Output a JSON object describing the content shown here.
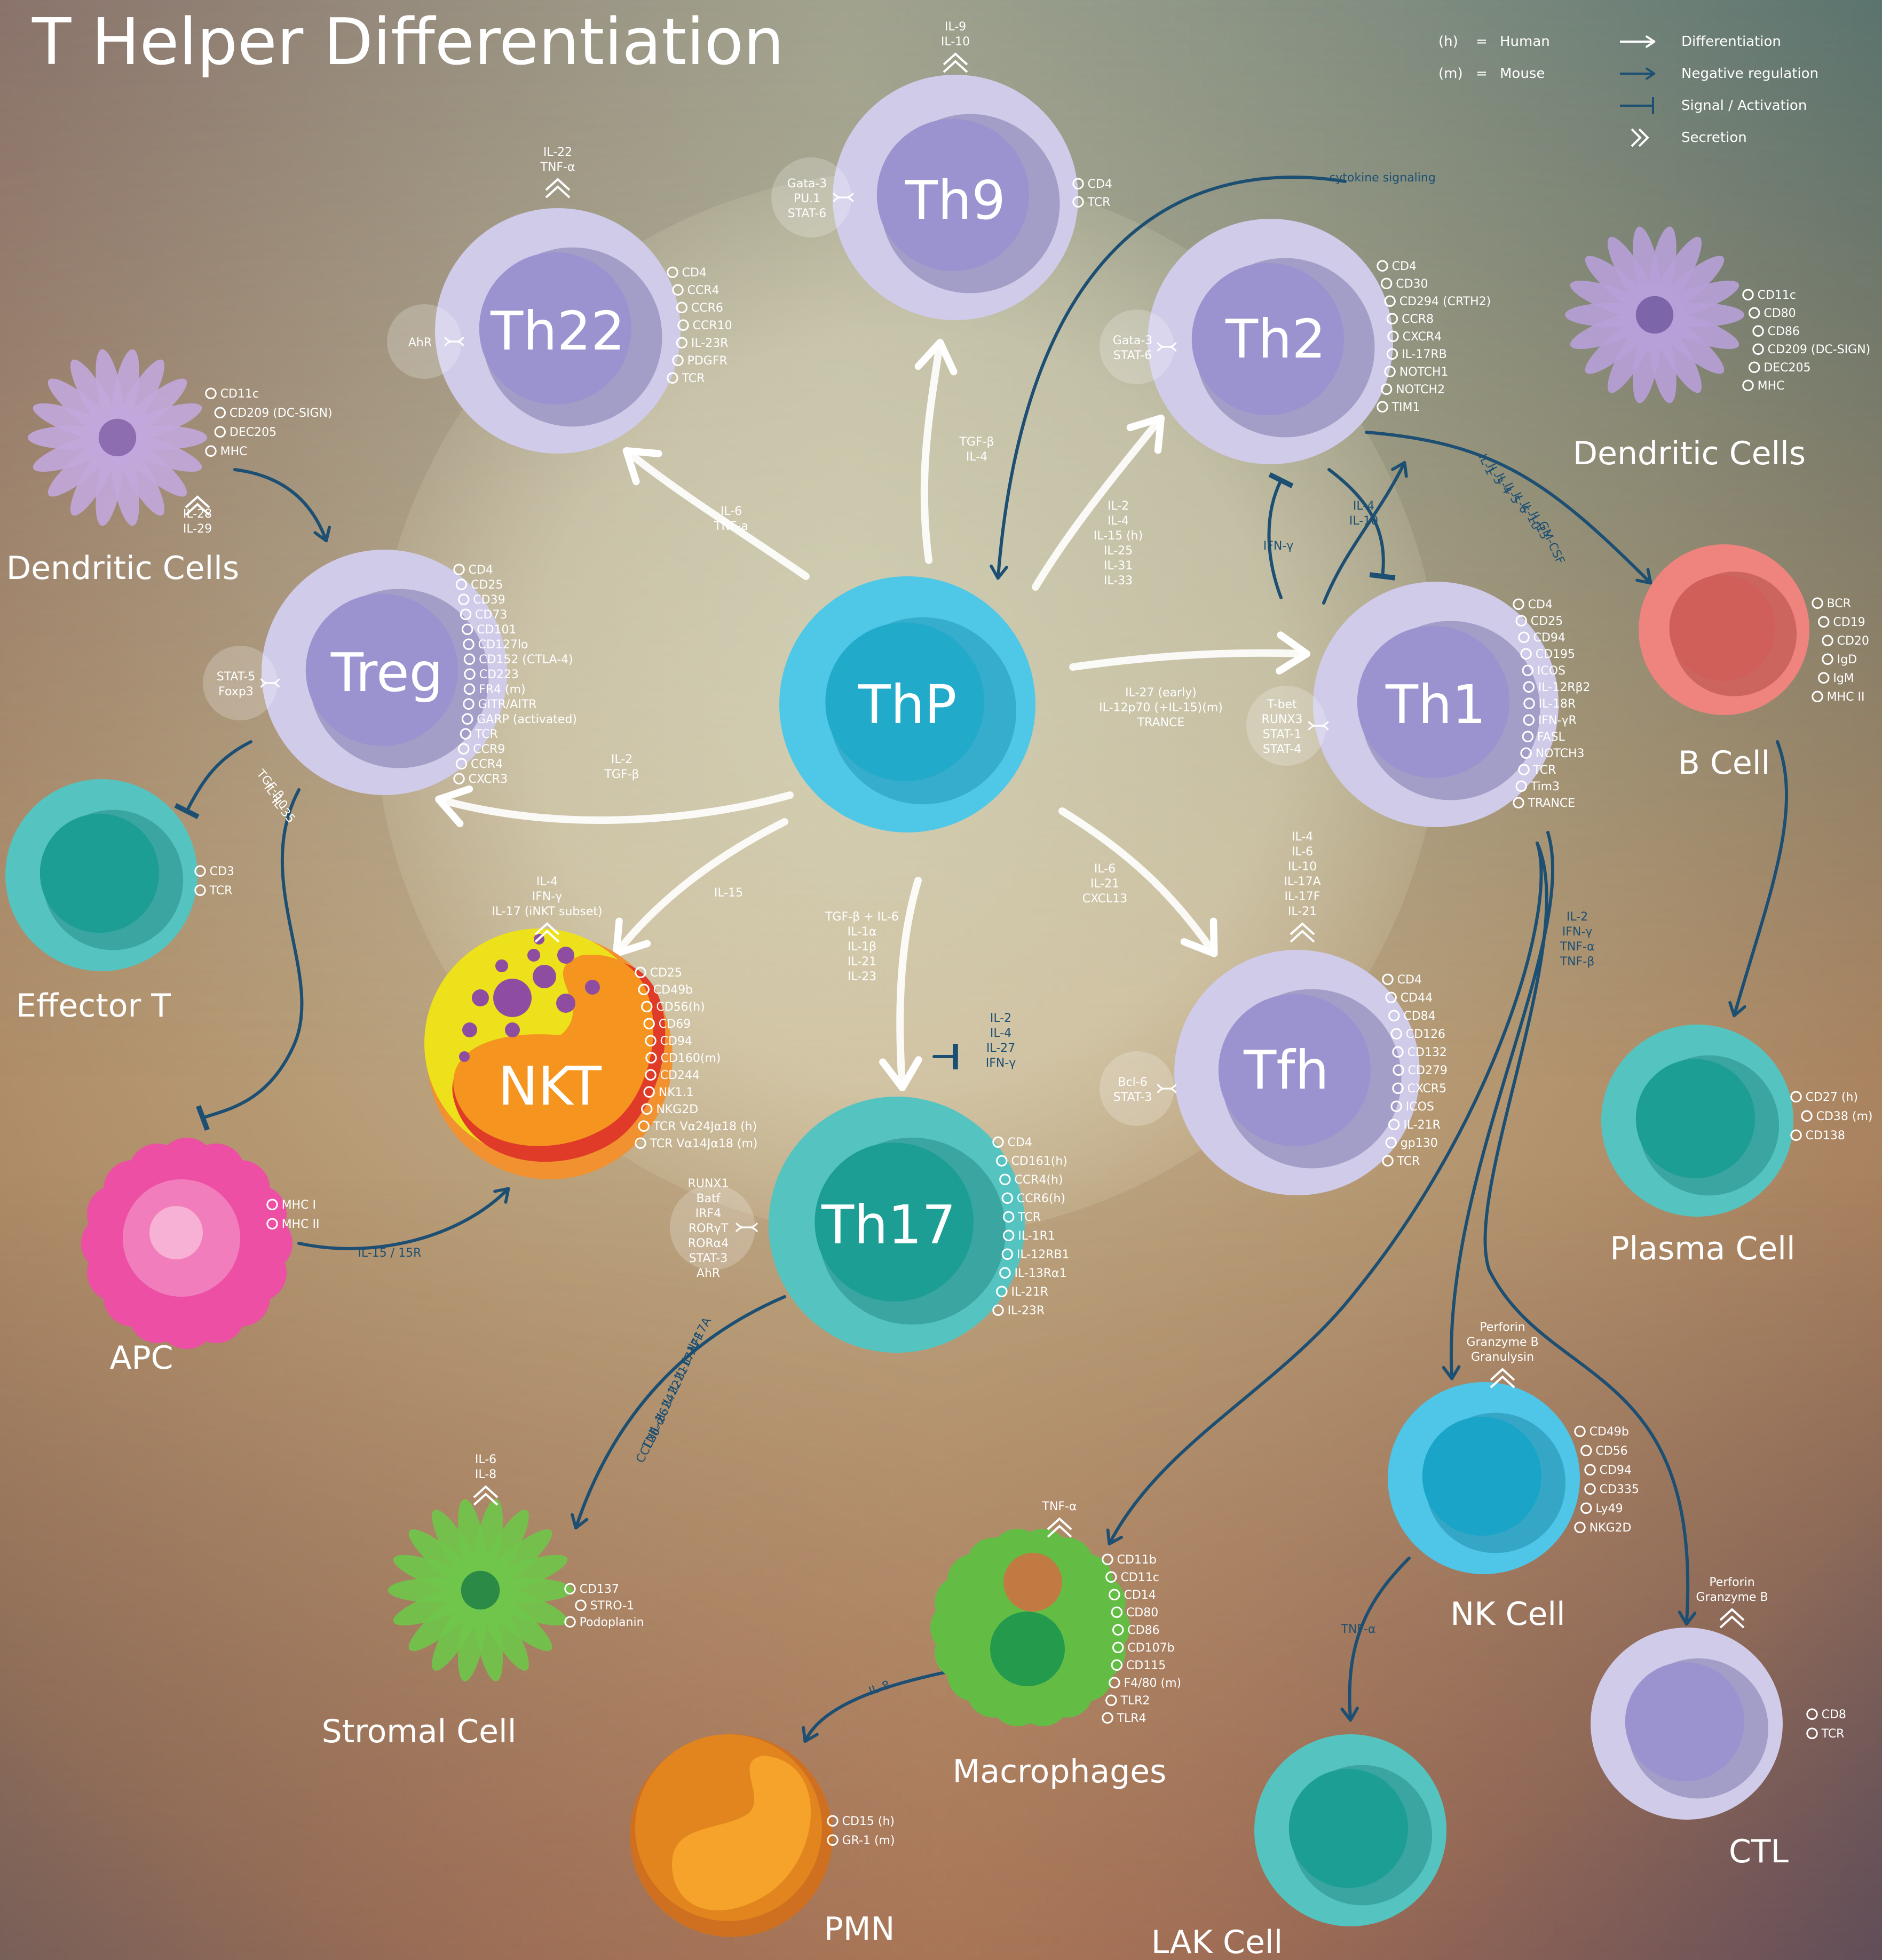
{
  "title": "T Helper Differentiation",
  "legend": {
    "abbrev": [
      {
        "code": "(h)",
        "eq": "=",
        "meaning": "Human"
      },
      {
        "code": "(m)",
        "eq": "=",
        "meaning": "Mouse"
      }
    ],
    "symbols": [
      {
        "icon": "arrow-icon",
        "label": "Differentiation"
      },
      {
        "icon": "arrow-icon",
        "label": "Negative regulation"
      },
      {
        "icon": "tee-icon",
        "label": "Signal / Activation"
      },
      {
        "icon": "double-chevron-icon",
        "label": "Secretion"
      }
    ]
  },
  "cells": {
    "thp": {
      "name": "ThP"
    },
    "th9": {
      "name": "Th9",
      "markers": [
        "CD4",
        "TCR"
      ],
      "tf": [
        "Gata-3",
        "PU.1",
        "STAT-6"
      ],
      "secretes": [
        "IL-9",
        "IL-10"
      ]
    },
    "th22": {
      "name": "Th22",
      "markers": [
        "CD4",
        "CCR4",
        "CCR6",
        "CCR10",
        "IL-23R",
        "PDGFR",
        "TCR"
      ],
      "tf": [
        "AhR"
      ],
      "secretes": [
        "IL-22",
        "TNF-α"
      ]
    },
    "th2": {
      "name": "Th2",
      "markers": [
        "CD4",
        "CD30",
        "CD294 (CRTH2)",
        "CCR8",
        "CXCR4",
        "IL-17RB",
        "NOTCH1",
        "NOTCH2",
        "TIM1"
      ],
      "tf": [
        "Gata-3",
        "STAT-6"
      ]
    },
    "treg": {
      "name": "Treg",
      "markers": [
        "CD4",
        "CD25",
        "CD39",
        "CD73",
        "CD101",
        "CD127lo",
        "CD152 (CTLA-4)",
        "CD223",
        "FR4 (m)",
        "GITR/AITR",
        "GARP (activated)",
        "TCR",
        "CCR9",
        "CCR4",
        "CXCR3"
      ],
      "tf": [
        "STAT-5",
        "Foxp3"
      ]
    },
    "th1": {
      "name": "Th1",
      "markers": [
        "CD4",
        "CD25",
        "CD94",
        "CD195",
        "ICOS",
        "IL-12Rβ2",
        "IL-18R",
        "IFN-γR",
        "FASL",
        "NOTCH3",
        "TCR",
        "Tim3",
        "TRANCE"
      ],
      "tf": [
        "T-bet",
        "RUNX3",
        "STAT-1",
        "STAT-4"
      ]
    },
    "nkt": {
      "name": "NKT",
      "markers": [
        "CD25",
        "CD49b",
        "CD56(h)",
        "CD69",
        "CD94",
        "CD160(m)",
        "CD244",
        "NK1.1",
        "NKG2D",
        "TCR Vα24Jα18 (h)",
        "TCR Vα14Jα18 (m)"
      ],
      "secretes": [
        "IL-4",
        "IFN-γ",
        "IL-17 (iNKT subset)"
      ]
    },
    "tfh": {
      "name": "Tfh",
      "markers": [
        "CD4",
        "CD44",
        "CD84",
        "CD126",
        "CD132",
        "CD279",
        "CXCR5",
        "ICOS",
        "IL-21R",
        "gp130",
        "TCR"
      ],
      "tf": [
        "Bcl-6",
        "STAT-3"
      ],
      "secretes": [
        "IL-4",
        "IL-6",
        "IL-10",
        "IL-17A",
        "IL-17F",
        "IL-21"
      ]
    },
    "th17": {
      "name": "Th17",
      "markers": [
        "CD4",
        "CD161(h)",
        "CCR4(h)",
        "CCR6(h)",
        "TCR",
        "IL-1R1",
        "IL-12RB1",
        "IL-13Rα1",
        "IL-21R",
        "IL-23R"
      ],
      "tf": [
        "RUNX1",
        "Batf",
        "IRF4",
        "RORγT",
        "RORα4",
        "STAT-3",
        "AhR"
      ]
    },
    "dc_left": {
      "name": "Dendritic Cells",
      "markers": [
        "CD11c",
        "CD209 (DC-SIGN)",
        "DEC205",
        "MHC"
      ],
      "secretes": [
        "IL-28",
        "IL-29"
      ]
    },
    "dc_right": {
      "name": "Dendritic Cells",
      "markers": [
        "CD11c",
        "CD80",
        "CD86",
        "CD209 (DC-SIGN)",
        "DEC205",
        "MHC"
      ]
    },
    "effector_t": {
      "name": "Effector T",
      "markers": [
        "CD3",
        "TCR"
      ]
    },
    "apc": {
      "name": "APC",
      "markers": [
        "MHC I",
        "MHC II"
      ]
    },
    "bcell": {
      "name": "B Cell",
      "markers": [
        "BCR",
        "CD19",
        "CD20",
        "IgD",
        "IgM",
        "MHC II"
      ]
    },
    "plasma": {
      "name": "Plasma Cell",
      "markers": [
        "CD27 (h)",
        "CD38 (m)",
        "CD138"
      ]
    },
    "nkcell": {
      "name": "NK Cell",
      "markers": [
        "CD49b",
        "CD56",
        "CD94",
        "CD335",
        "Ly49",
        "NKG2D"
      ],
      "secretes": [
        "Perforin",
        "Granzyme B",
        "Granulysin"
      ]
    },
    "ctl": {
      "name": "CTL",
      "markers": [
        "CD8",
        "TCR"
      ],
      "secretes": [
        "Perforin",
        "Granzyme B"
      ]
    },
    "lak": {
      "name": "LAK Cell"
    },
    "macro": {
      "name": "Macrophages",
      "markers": [
        "CD11b",
        "CD11c",
        "CD14",
        "CD80",
        "CD86",
        "CD107b",
        "CD115",
        "F4/80 (m)",
        "TLR2",
        "TLR4"
      ],
      "secretes": [
        "TNF-α"
      ]
    },
    "stromal": {
      "name": "Stromal Cell",
      "markers": [
        "CD137",
        "STRO-1",
        "Podoplanin"
      ],
      "secretes": [
        "IL-6",
        "IL-8"
      ]
    },
    "pmn": {
      "name": "PMN",
      "markers": [
        "CD15 (h)",
        "GR-1 (m)"
      ]
    }
  },
  "pathways": {
    "thp_th9": [
      "TGF-β",
      "IL-4"
    ],
    "thp_th22": [
      "IL-6",
      "TNF-a"
    ],
    "thp_th2": [
      "IL-2",
      "IL-4",
      "IL-15 (h)",
      "IL-25",
      "IL-31",
      "IL-33"
    ],
    "thp_th1": [
      "IL-27 (early)",
      "IL-12p70 (+IL-15)(m)",
      "TRANCE"
    ],
    "thp_treg": [
      "IL-2",
      "TGF-β"
    ],
    "thp_nkt": [
      "IL-15"
    ],
    "thp_th17": [
      "TGF-β + IL-6",
      "IL-1α",
      "IL-1β",
      "IL-21",
      "IL-23"
    ],
    "thp_tfh": [
      "IL-6",
      "IL-21",
      "CXCL13"
    ],
    "th17_inhib": [
      "IL-2",
      "IL-4",
      "IL-27",
      "IFN-γ"
    ],
    "th1_th2_inhib": [
      "IFN-γ"
    ],
    "th2_th1_inhib": [
      "IL-4",
      "IL-10"
    ],
    "treg_effector": [
      "TGF-β",
      "IL-10",
      "IL-35"
    ],
    "th2_bcell": [
      "IL-1",
      "IL-3",
      "IL-4",
      "IL-5",
      "IL-6",
      "IL-10",
      "IL-13",
      "GM-CSF"
    ],
    "th1_out": [
      "IL-2",
      "IFN-γ",
      "TNF-α",
      "TNF-β"
    ],
    "th17_stromal": [
      "IL-17A",
      "IL-17F",
      "IL-17AF",
      "IL-21",
      "IL-22",
      "IL-24",
      "IL-26",
      "TNF-α",
      "CCL20"
    ],
    "apc_nkt": [
      "IL-15 / 15R"
    ],
    "macro_pmn": [
      "IL-8"
    ],
    "nk_lak": [
      "TNF-α"
    ],
    "cytokine_signaling": "cytokine signaling"
  },
  "colors": {
    "lavender_outer": "#cfcbe8",
    "lavender_nucleus": "#9a93cf",
    "thp_outer": "#4fc7e6",
    "thp_nucleus": "#22aacb",
    "teal_outer": "#55c4c1",
    "teal_nucleus": "#1c9e94",
    "bcell_outer": "#ef837d",
    "bcell_nucleus": "#cf5f58",
    "nk_outer": "#4fc5e8",
    "arrow_blue": "#1d4f72"
  }
}
